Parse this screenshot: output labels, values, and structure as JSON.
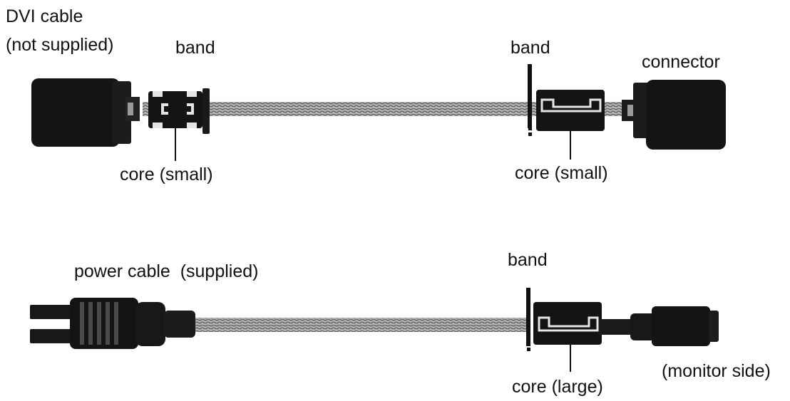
{
  "dvi_cable": {
    "title_line1": "DVI cable",
    "title_line2": "(not supplied)",
    "band_left": "band",
    "band_right": "band",
    "connector": "connector",
    "core_left": "core (small)",
    "core_right": "core (small)"
  },
  "power_cable": {
    "title": "power cable  (supplied)",
    "band": "band",
    "core": "core (large)",
    "monitor_side": "(monitor side)"
  }
}
